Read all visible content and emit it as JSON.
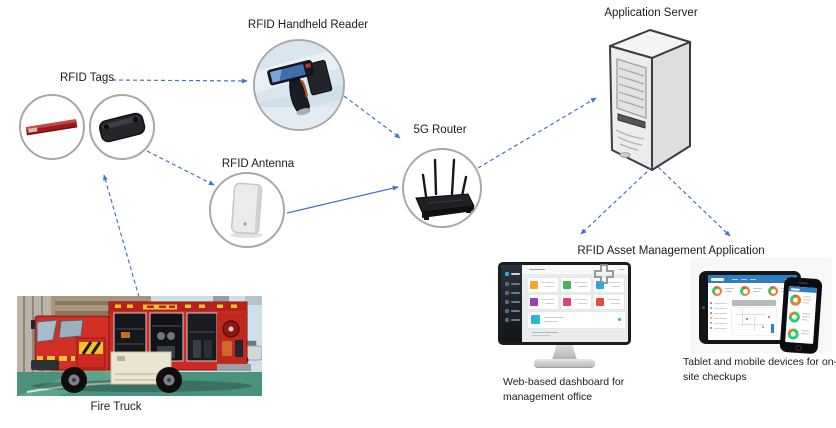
{
  "nodes": {
    "fire_truck": {
      "label": "Fire Truck"
    },
    "rfid_tags": {
      "label": "RFID Tags"
    },
    "rfid_handheld_reader": {
      "label": "RFID Handheld Reader"
    },
    "rfid_antenna": {
      "label": "RFID Antenna"
    },
    "router_5g": {
      "label": "5G Router"
    },
    "application_server": {
      "label": "Application Server"
    },
    "rfid_app": {
      "label": "RFID Asset Management Application"
    },
    "web_dashboard": {
      "caption": "Web-based dashboard for management office"
    },
    "mobile_devices": {
      "caption": "Tablet and mobile devices for on-site checkups"
    }
  },
  "edges": [
    {
      "from": "fire_truck",
      "to": "rfid_tags",
      "style": "dashed"
    },
    {
      "from": "rfid_tags",
      "to": "rfid_handheld_reader",
      "style": "dashed"
    },
    {
      "from": "rfid_tags",
      "to": "rfid_antenna",
      "style": "dashed"
    },
    {
      "from": "rfid_handheld_reader",
      "to": "router_5g",
      "style": "dashed"
    },
    {
      "from": "rfid_antenna",
      "to": "router_5g",
      "style": "solid"
    },
    {
      "from": "router_5g",
      "to": "application_server",
      "style": "dashed"
    },
    {
      "from": "application_server",
      "to": "web_dashboard",
      "style": "dashed"
    },
    {
      "from": "application_server",
      "to": "mobile_devices",
      "style": "dashed"
    }
  ],
  "icons": [
    "red-label-rfid-tag",
    "black-rugged-rfid-tag",
    "handheld-reader",
    "antenna-panel",
    "router-four-antennas",
    "server-tower",
    "desktop-monitor",
    "tablet-device",
    "smartphone-device",
    "placeholder-plus-icon"
  ],
  "colors": {
    "connector_blue": "#4472c4",
    "circle_stroke": "#a8a8a8",
    "truck_red": "#cf2a22",
    "app_header_blue": "#2e7fc2",
    "donut_orange": "#e67e22",
    "donut_green": "#2ecc71",
    "donut_red": "#e74c3c",
    "dashboard_tiles": [
      "#f5a623",
      "#43b253",
      "#29aae3",
      "#9b41ad",
      "#e0427b",
      "#e74c3c",
      "#2bb8cf"
    ]
  }
}
